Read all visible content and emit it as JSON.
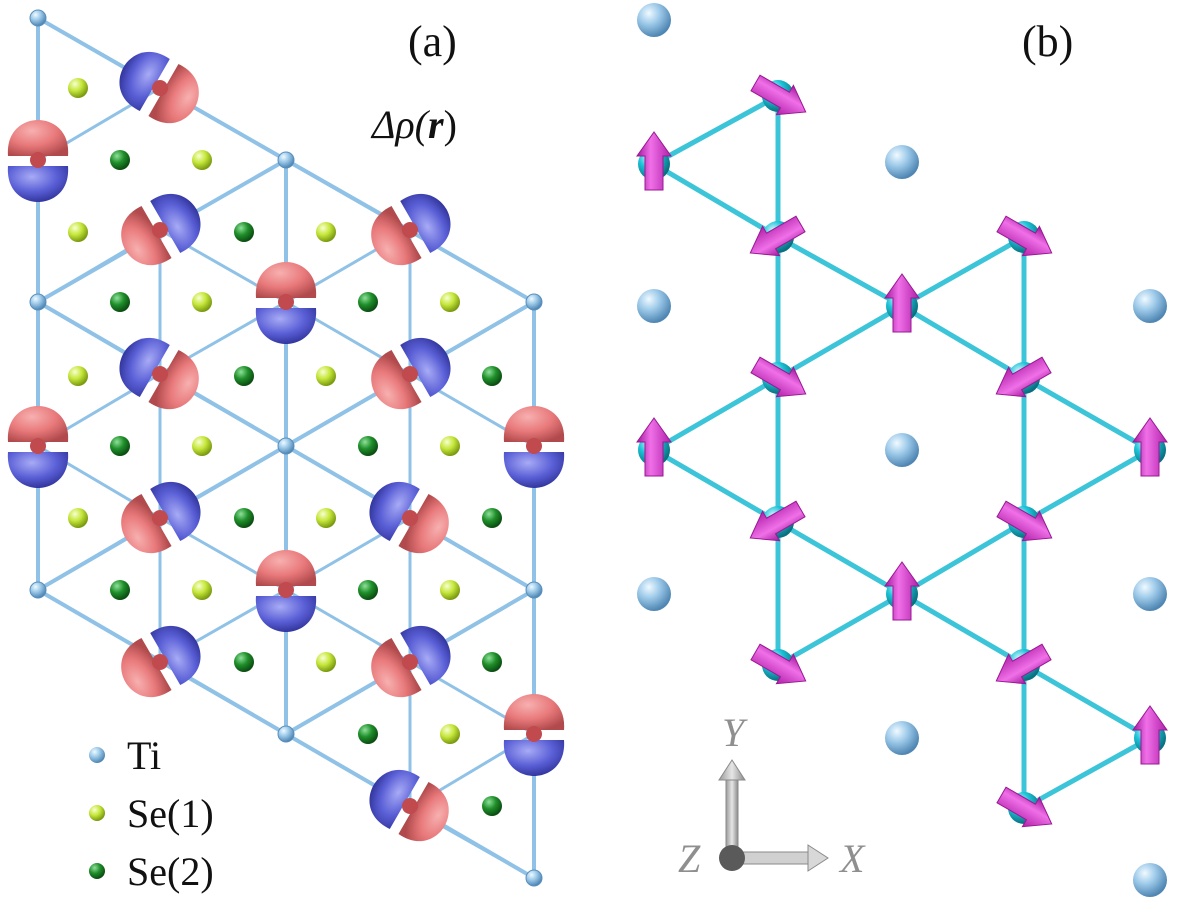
{
  "panel_a": {
    "label": "(a)",
    "title_symbol": "Δρ(",
    "title_var": "r",
    "title_close": ")",
    "legend": [
      {
        "name": "Ti",
        "color": "#8fc2e6"
      },
      {
        "name": "Se(1)",
        "color": "#c5e63a"
      },
      {
        "name": "Se(2)",
        "color": "#1f8f2a"
      }
    ],
    "lobe_colors": {
      "positive": "#e8787a",
      "negative": "#5a5fd6"
    }
  },
  "panel_b": {
    "label": "(b)",
    "axes": {
      "y": "Y",
      "z": "Z",
      "x": "X"
    },
    "colors": {
      "ti_atom": "#1cc4d8",
      "bond": "#3cc4d8",
      "spin_arrow": "#e040d8",
      "background_ti": "#8fc2e6"
    }
  }
}
